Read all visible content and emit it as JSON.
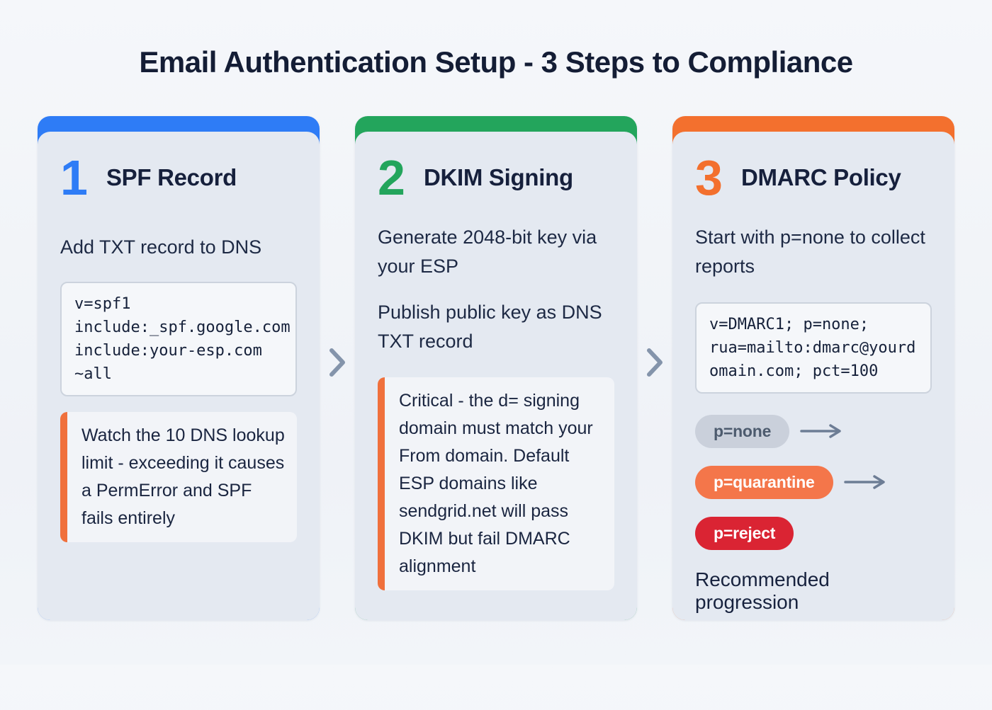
{
  "title": "Email Authentication Setup - 3 Steps to Compliance",
  "colors": {
    "accent_blue": "#2e7cf6",
    "accent_green": "#23a55c",
    "accent_orange": "#f3702e",
    "warning_bar_orange": "#f0703c",
    "chevron_gray": "#8494ab",
    "arrow_slate": "#6d7d95",
    "pill_none_bg": "#cad0db",
    "pill_none_text": "#4d5b6e",
    "pill_quarantine_bg": "#f4764a",
    "pill_quarantine_text": "#ffffff",
    "pill_reject_bg": "#da2433",
    "pill_reject_text": "#ffffff"
  },
  "cards": [
    {
      "number": "1",
      "title": "SPF Record",
      "description": "Add TXT record to DNS",
      "code": "v=spf1\ninclude:_spf.google.com\ninclude:your-esp.com\n~all",
      "warning": "Watch the 10 DNS lookup limit - exceeding it causes a PermError and SPF fails entirely"
    },
    {
      "number": "2",
      "title": "DKIM Signing",
      "description_1": "Generate 2048-bit key via your ESP",
      "description_2": "Publish public key as DNS TXT record",
      "warning": "Critical - the d= signing domain must match your From domain. Default ESP domains like sendgrid.net will pass DKIM but fail DMARC alignment"
    },
    {
      "number": "3",
      "title": "DMARC Policy",
      "description": "Start with p=none to collect reports",
      "code": "v=DMARC1; p=none;\nrua=mailto:dmarc@yourdomain.com; pct=100",
      "pills": [
        {
          "label": "p=none"
        },
        {
          "label": "p=quarantine"
        },
        {
          "label": "p=reject"
        }
      ],
      "caption": "Recommended progression"
    }
  ]
}
